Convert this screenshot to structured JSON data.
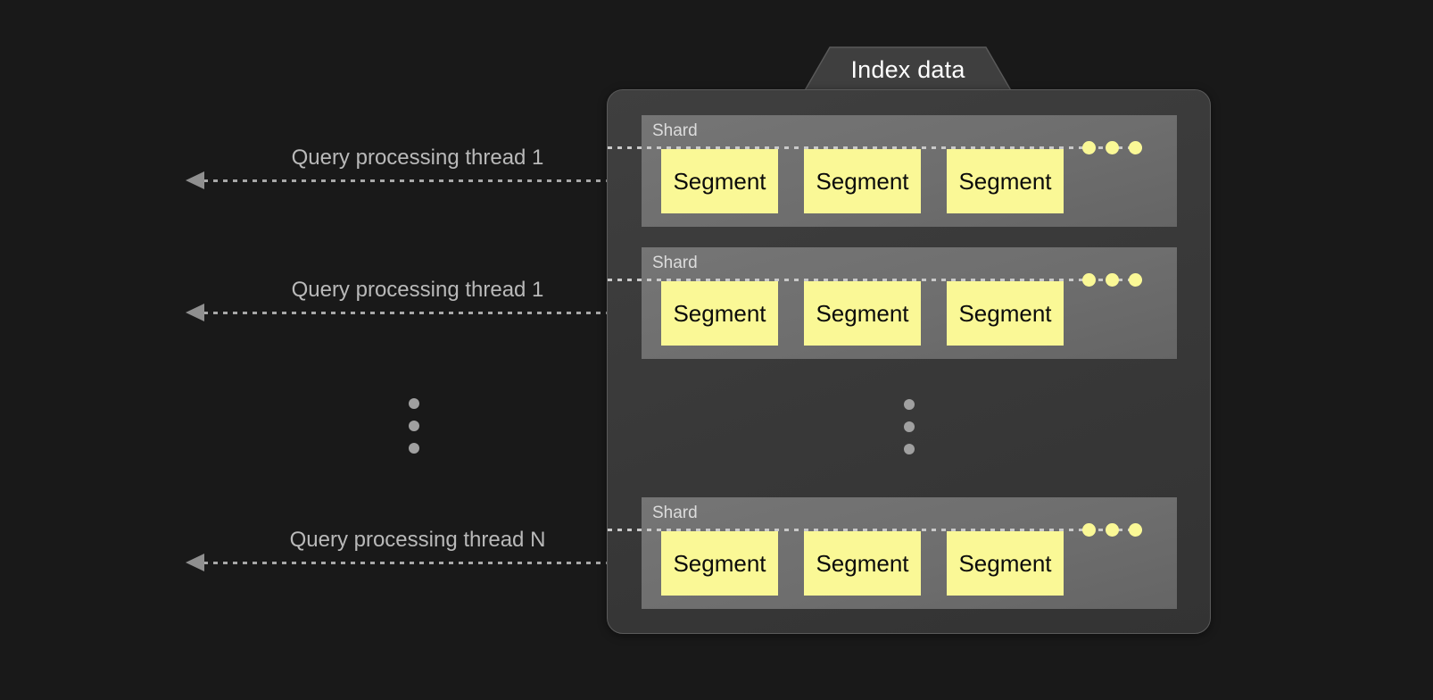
{
  "diagram": {
    "title": "Index data",
    "background_color": "#191919",
    "container_color": "#3b3b3b",
    "shard_color": "#6e6e6e",
    "segment_color": "#faf896",
    "line_color": "#a8a8a8",
    "label_color": "#b9b9b9"
  },
  "threads": [
    {
      "label": "Query processing thread 1"
    },
    {
      "label": "Query processing thread 1"
    },
    {
      "label": "Query processing thread N"
    }
  ],
  "shards": [
    {
      "label": "Shard",
      "segments": [
        {
          "label": "Segment"
        },
        {
          "label": "Segment"
        },
        {
          "label": "Segment"
        }
      ],
      "more_indicator": "three-yellow-dots"
    },
    {
      "label": "Shard",
      "segments": [
        {
          "label": "Segment"
        },
        {
          "label": "Segment"
        },
        {
          "label": "Segment"
        }
      ],
      "more_indicator": "three-yellow-dots"
    },
    {
      "label": "Shard",
      "segments": [
        {
          "label": "Segment"
        },
        {
          "label": "Segment"
        },
        {
          "label": "Segment"
        }
      ],
      "more_indicator": "three-yellow-dots"
    }
  ],
  "ellipsis": {
    "outer_label": "more query processing threads",
    "inner_label": "more shards"
  }
}
